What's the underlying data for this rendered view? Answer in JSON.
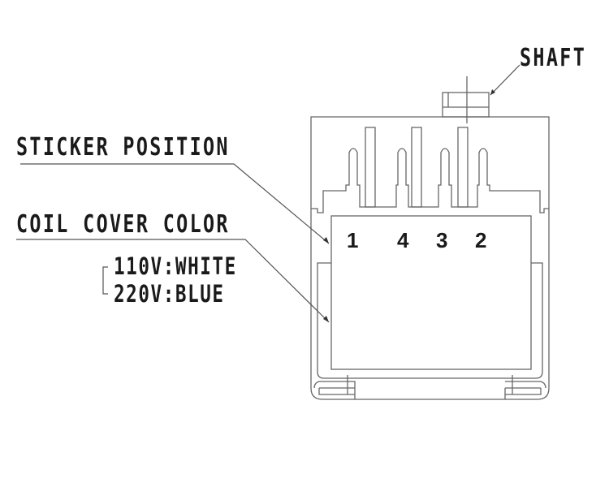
{
  "diagram": {
    "shaft_label": "SHAFT",
    "sticker_label": "STICKER POSITION",
    "coil_label": "COIL COVER COLOR",
    "coil_options": [
      {
        "text": "110V:WHITE"
      },
      {
        "text": "220V:BLUE"
      }
    ],
    "pin_numbers": [
      "1",
      "4",
      "3",
      "2"
    ],
    "colors": {
      "line": "#555555",
      "text": "#1a1a1a",
      "background": "#ffffff"
    }
  }
}
